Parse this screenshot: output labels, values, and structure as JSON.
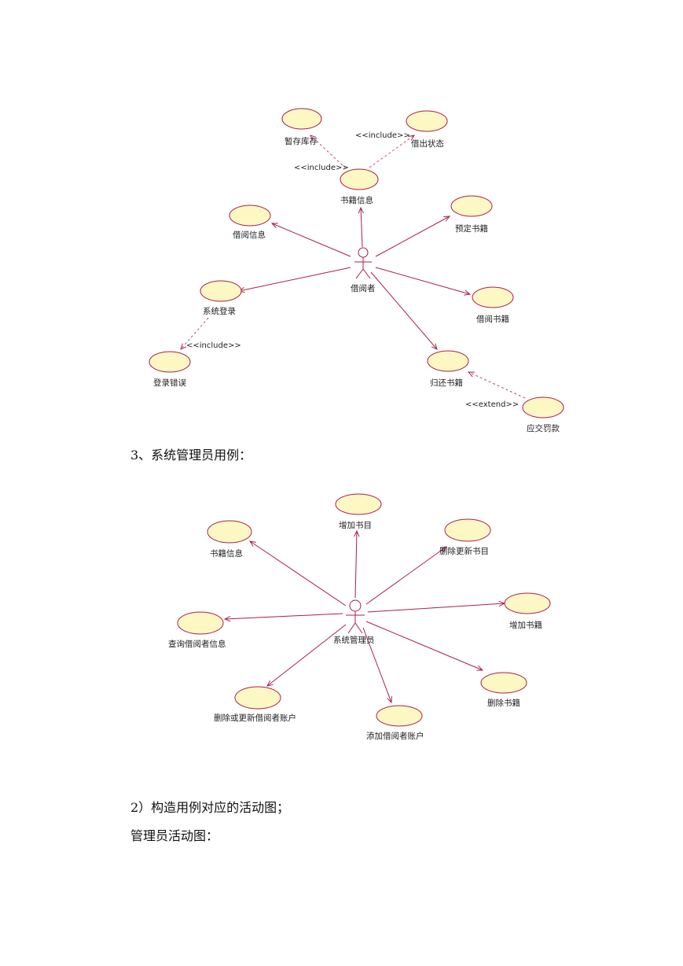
{
  "colors": {
    "ellipse_fill": "#fdf7c4",
    "ellipse_stroke": "#a8204a",
    "line": "#a8204a"
  },
  "diagram1": {
    "actor": "借阅者",
    "cases": {
      "temp_stock": "暂存库存",
      "lend_status": "借出状态",
      "book_info": "书籍信息",
      "borrow_info": "借阅信息",
      "reserve_book": "预定书籍",
      "system_login": "系统登录",
      "borrow_book": "借阅书籍",
      "login_error": "登录错误",
      "return_book": "归还书籍",
      "pay_fine": "应交罚款"
    },
    "include_label": "<<include>>",
    "extend_label": "<<extend>>"
  },
  "text": {
    "heading3": "3、系统管理员用例：",
    "heading_activity": "2）构造用例对应的活动图；",
    "admin_activity": "管理员活动图："
  },
  "diagram2": {
    "actor": "系统管理员",
    "cases": {
      "add_catalog": "增加书目",
      "book_info": "书籍信息",
      "delete_update_catalog": "删除更新书目",
      "add_book": "增加书籍",
      "query_borrower": "查询借阅者信息",
      "delete_book": "删除书籍",
      "delete_update_account": "删除或更新借阅者账户",
      "add_account": "添加借阅者账户"
    }
  }
}
